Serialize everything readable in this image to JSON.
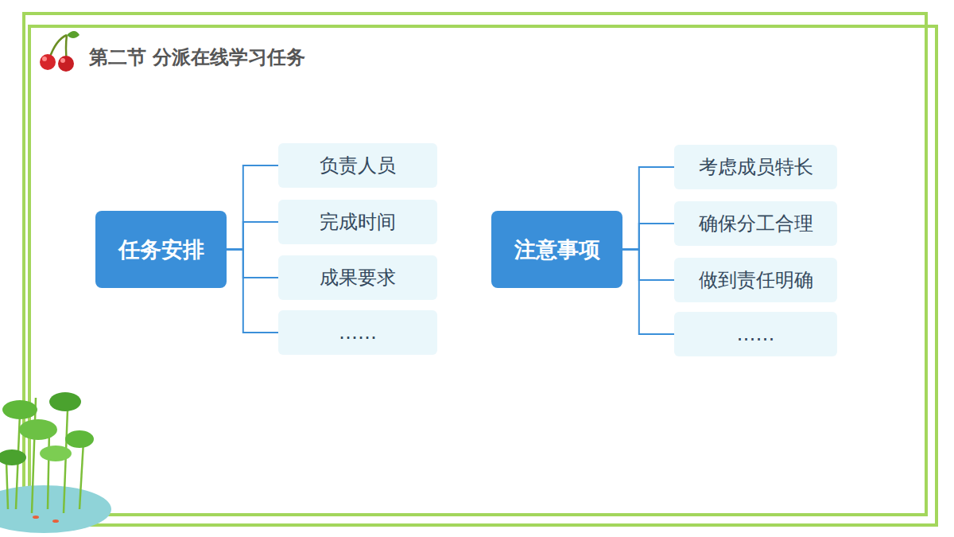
{
  "diagram": {
    "title": "第二节 分派在线学习任务",
    "nodes": [
      {
        "text": [
          "任务安排"
        ]
      },
      {
        "text": [
          "负责人员"
        ]
      },
      {
        "text": [
          "完成时间"
        ]
      },
      {
        "text": [
          "成果要求"
        ]
      },
      {
        "text": [
          "……"
        ]
      },
      {
        "text": [
          "注意事项"
        ]
      },
      {
        "text": [
          "考虑成员特长"
        ]
      },
      {
        "text": [
          "确保分工合理"
        ]
      },
      {
        "text": [
          "做到责任明确"
        ]
      },
      {
        "text": [
          "……"
        ]
      }
    ],
    "edges": [
      {
        "from": 0,
        "to": 1,
        "arrow": "none"
      },
      {
        "from": 0,
        "to": 2,
        "arrow": "none"
      },
      {
        "from": 0,
        "to": 3,
        "arrow": "none"
      },
      {
        "from": 0,
        "to": 4,
        "arrow": "none"
      },
      {
        "from": 5,
        "to": 6,
        "arrow": "none"
      },
      {
        "from": 5,
        "to": 7,
        "arrow": "none"
      },
      {
        "from": 5,
        "to": 8,
        "arrow": "none"
      },
      {
        "from": 5,
        "to": 9,
        "arrow": "none"
      }
    ]
  }
}
